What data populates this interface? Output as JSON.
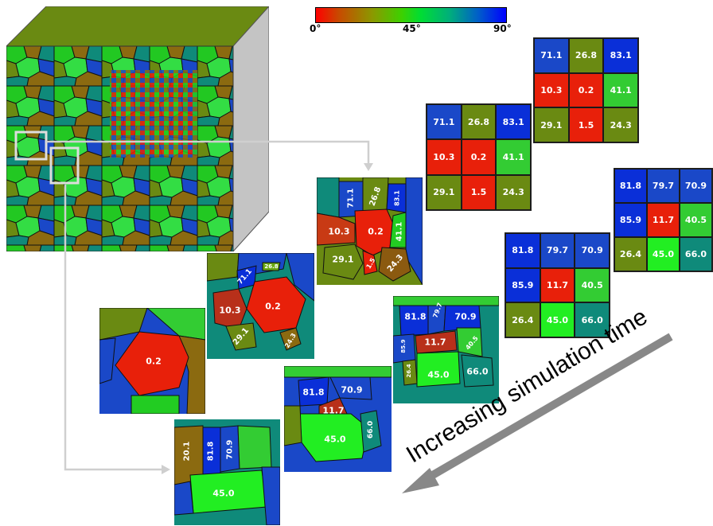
{
  "colorbar": {
    "min_label": "0°",
    "mid_label": "45°",
    "max_label": "90°",
    "colors": [
      "#ff0000",
      "#8a9a00",
      "#00dd00",
      "#00aa66",
      "#0000ff"
    ]
  },
  "arrow_label": "Increasing simulation time",
  "angle_colors": {
    "low": "#e8200a",
    "mid": "#22cc22",
    "high": "#0a2fd8",
    "brown": "#8b6a10",
    "olive": "#6a8a12",
    "teal": "#0f8a7a"
  },
  "grids": {
    "top_small": {
      "rows": [
        [
          "71.1",
          "26.8",
          "83.1"
        ],
        [
          "10.3",
          "0.2",
          "41.1"
        ],
        [
          "29.1",
          "1.5",
          "24.3"
        ]
      ]
    },
    "top_mid": {
      "rows": [
        [
          "71.1",
          "26.8",
          "83.1"
        ],
        [
          "10.3",
          "0.2",
          "41.1"
        ],
        [
          "29.1",
          "1.5",
          "24.3"
        ]
      ]
    },
    "right_small": {
      "rows": [
        [
          "81.8",
          "79.7",
          "70.9"
        ],
        [
          "85.9",
          "11.7",
          "40.5"
        ],
        [
          "26.4",
          "45.0",
          "66.0"
        ]
      ]
    },
    "right_mid": {
      "rows": [
        [
          "81.8",
          "79.7",
          "70.9"
        ],
        [
          "85.9",
          "11.7",
          "40.5"
        ],
        [
          "26.4",
          "45.0",
          "66.0"
        ]
      ]
    }
  },
  "grain_panels": {
    "red_evolve_1": {
      "labels": [
        "71.1",
        "26.8",
        "83.1",
        "10.3",
        "0.2",
        "41.1",
        "29.1",
        "1.5",
        "24.3"
      ]
    },
    "red_evolve_2": {
      "labels": [
        "71.1",
        "26.8",
        "10.3",
        "0.2",
        "29.1",
        "24.3"
      ]
    },
    "red_evolve_3": {
      "labels": [
        "0.2"
      ]
    },
    "green_evolve_1": {
      "labels": [
        "81.8",
        "79.7",
        "70.9",
        "85.9",
        "11.7",
        "40.5",
        "26.4",
        "45.0",
        "66.0"
      ]
    },
    "green_evolve_2": {
      "labels": [
        "81.8",
        "70.9",
        "11.7",
        "45.0",
        "66.0"
      ]
    },
    "green_evolve_3": {
      "labels": [
        "20.1",
        "81.8",
        "70.9",
        "45.0"
      ]
    }
  }
}
